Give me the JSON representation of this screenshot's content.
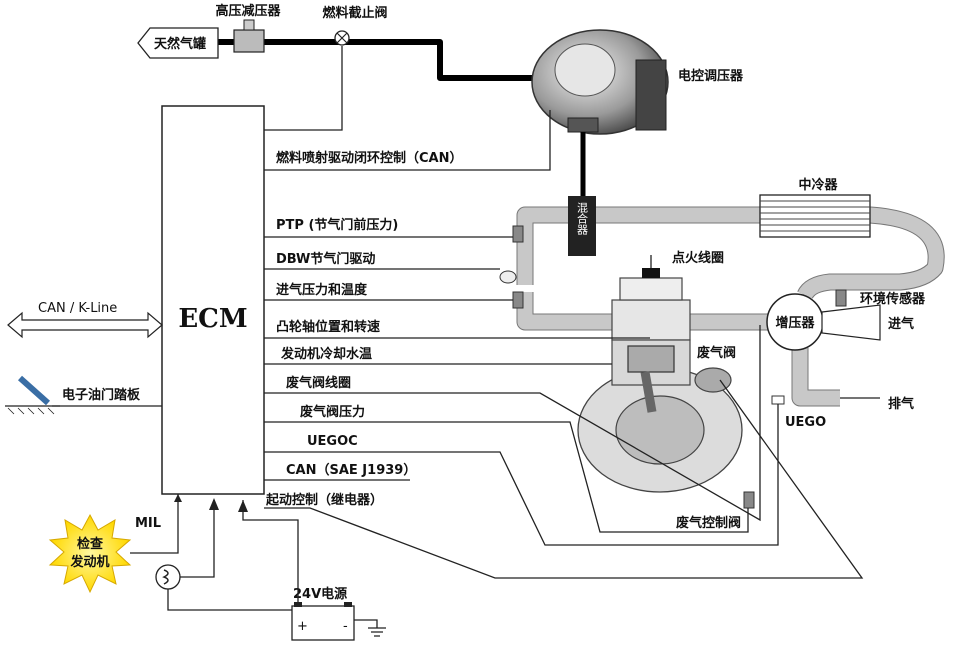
{
  "diagram": {
    "ecm": "ECM",
    "tank": "天然气罐",
    "hp_regulator": "高压减压器",
    "shutoff_valve": "燃料截止阀",
    "e_regulator": "电控调压器",
    "mixer": "混合器",
    "intercooler": "中冷器",
    "ignition_coil": "点火线圈",
    "turbo": "增压器",
    "ambient_sensor": "环境传感器",
    "intake": "进气",
    "exhaust": "排气",
    "wastegate": "废气阀",
    "uego": "UEGO",
    "wg_control_valve": "废气控制阀",
    "can_kline": "CAN / K-Line",
    "pedal": "电子油门踏板",
    "mil": "MIL",
    "check_engine_1": "检查",
    "check_engine_2": "发动机",
    "power": "24V电源",
    "battery_plus": "+",
    "battery_minus": "-",
    "signals": [
      "燃料喷射驱动闭环控制（CAN）",
      "PTP (节气门前压力)",
      "DBW节气门驱动",
      "进气压力和温度",
      "凸轮轴位置和转速",
      "发动机冷却水温",
      "废气阀线圈",
      "废气阀压力",
      "UEGOC",
      "CAN（SAE J1939）",
      "起动控制（继电器）"
    ]
  }
}
